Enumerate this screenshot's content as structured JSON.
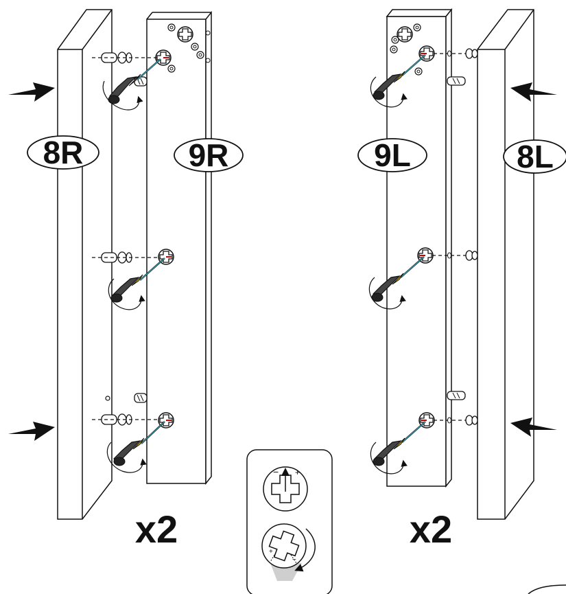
{
  "panels": [
    {
      "id": "8R"
    },
    {
      "id": "9R"
    },
    {
      "id": "9L"
    },
    {
      "id": "8L"
    }
  ],
  "quantities": {
    "left": "x2",
    "right": "x2"
  },
  "legend": {
    "loosen_sign": "−",
    "tighten_sign": "+"
  },
  "icons": [
    "push-arrow-icon",
    "screwdriver-icon",
    "cam-lock-icon",
    "cam-bolt-icon",
    "wood-dowel-icon",
    "rotation-arrow-icon"
  ]
}
